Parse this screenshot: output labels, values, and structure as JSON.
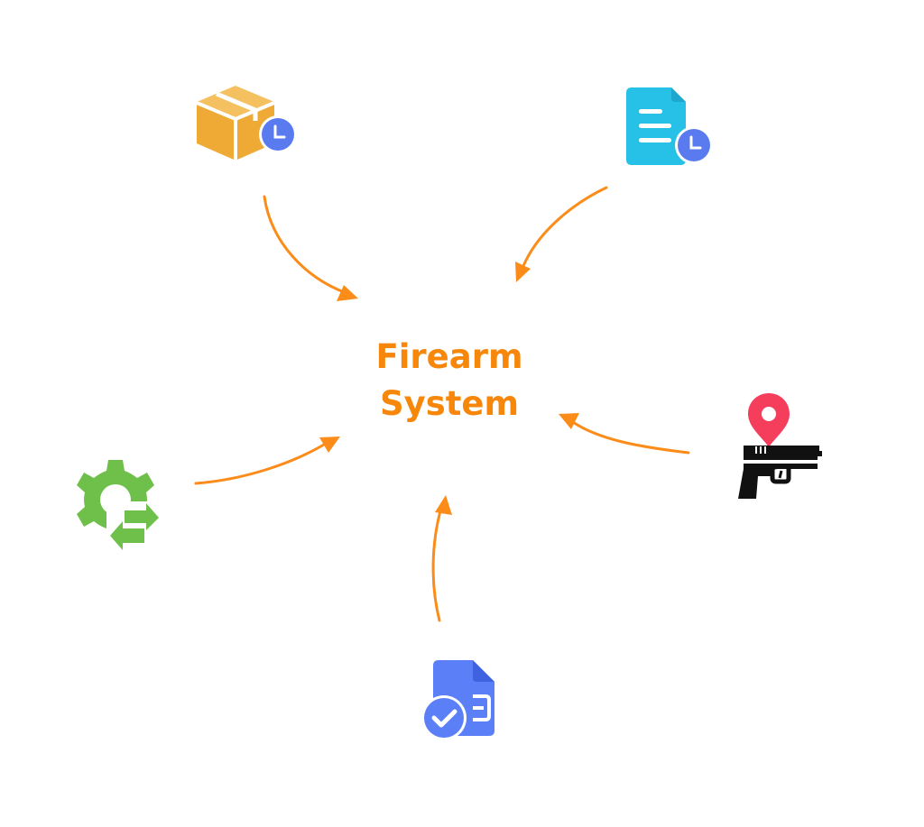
{
  "diagram": {
    "center": {
      "line1": "Firearm",
      "line2": "System"
    },
    "nodes": [
      {
        "id": "package",
        "icon": "package-clock-icon"
      },
      {
        "id": "document",
        "icon": "document-clock-icon"
      },
      {
        "id": "gun",
        "icon": "gun-location-icon"
      },
      {
        "id": "approval",
        "icon": "document-check-icon"
      },
      {
        "id": "settings",
        "icon": "gear-sync-icon"
      }
    ],
    "colors": {
      "accent": "#f6870b",
      "arrow": "#fb8c1a",
      "package": "#f0ad3a",
      "clock_badge": "#5a7bf0",
      "document": "#27c0e6",
      "pin": "#f43e5c",
      "gun": "#111111",
      "approval": "#5b7ff6",
      "gear": "#6fc04a"
    }
  }
}
